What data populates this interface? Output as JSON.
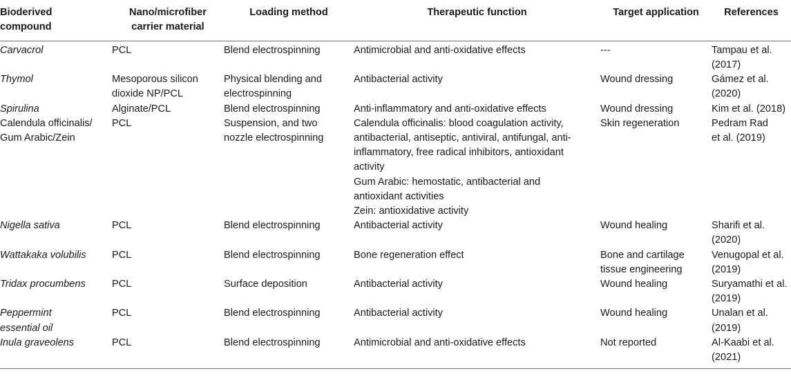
{
  "headers": {
    "compound": [
      "Bioderived",
      "compound"
    ],
    "carrier": [
      "Nano/microfiber",
      "carrier material"
    ],
    "loading": "Loading method",
    "function": "Therapeutic function",
    "target": "Target application",
    "references": "References"
  },
  "rows": [
    {
      "compound": [
        "Carvacrol"
      ],
      "italic": true,
      "carrier": [
        "PCL"
      ],
      "loading": [
        "Blend electrospinning"
      ],
      "function": [
        "Antimicrobial and anti-oxidative effects"
      ],
      "target": [
        "---"
      ],
      "reference": [
        "Tampau et al.",
        "(2017)"
      ]
    },
    {
      "compound": [
        "Thymol"
      ],
      "italic": true,
      "carrier": [
        "Mesoporous silicon",
        "dioxide NP/PCL"
      ],
      "loading": [
        "Physical blending and",
        "electrospinning"
      ],
      "function": [
        "Antibacterial activity"
      ],
      "target": [
        "Wound dressing"
      ],
      "reference": [
        "Gámez et al.",
        "(2020)"
      ]
    },
    {
      "compound": [
        "Spirulina"
      ],
      "italic": true,
      "carrier": [
        "Alginate/PCL"
      ],
      "loading": [
        "Blend electrospinning"
      ],
      "function": [
        "Anti-inflammatory and anti-oxidative effects"
      ],
      "target": [
        "Wound dressing"
      ],
      "reference": [
        "Kim et al. (2018)"
      ]
    },
    {
      "compound": [
        "Calendula officinalis/",
        "Gum Arabic/Zein"
      ],
      "italic": false,
      "carrier": [
        "PCL"
      ],
      "loading": [
        "Suspension, and two",
        "nozzle electrospinning"
      ],
      "function": [
        "Calendula officinalis: blood coagulation activity,",
        "antibacterial, antiseptic, antiviral, antifungal, anti-",
        "inflammatory, free radical inhibitors, antioxidant",
        "activity",
        "Gum Arabic: hemostatic, antibacterial and",
        "antioxidant activities",
        "Zein: antioxidative activity"
      ],
      "target": [
        "Skin regeneration"
      ],
      "reference": [
        "Pedram Rad",
        "et al. (2019)"
      ]
    },
    {
      "compound": [
        "Nigella sativa"
      ],
      "italic": true,
      "carrier": [
        "PCL"
      ],
      "loading": [
        "Blend electrospinning"
      ],
      "function": [
        "Antibacterial activity"
      ],
      "target": [
        "Wound healing"
      ],
      "reference": [
        "Sharifi et al.",
        "(2020)"
      ]
    },
    {
      "compound": [
        "Wattakaka volubilis"
      ],
      "italic": true,
      "carrier": [
        "PCL"
      ],
      "loading": [
        "Blend electrospinning"
      ],
      "function": [
        "Bone regeneration effect"
      ],
      "target": [
        "Bone and cartilage",
        "tissue engineering"
      ],
      "reference": [
        "Venugopal et al.",
        "(2019)"
      ]
    },
    {
      "compound": [
        "Tridax procumbens"
      ],
      "italic": true,
      "carrier": [
        "PCL"
      ],
      "loading": [
        "Surface deposition"
      ],
      "function": [
        "Antibacterial activity"
      ],
      "target": [
        "Wound healing"
      ],
      "reference": [
        "Suryamathi et al.",
        "(2019)"
      ]
    },
    {
      "compound": [
        "Peppermint",
        "essential oil"
      ],
      "italic": true,
      "carrier": [
        "PCL"
      ],
      "loading": [
        "Blend electrospinning"
      ],
      "function": [
        "Antibacterial activity"
      ],
      "target": [
        "Wound healing"
      ],
      "reference": [
        "Unalan et al.",
        "(2019)"
      ]
    },
    {
      "compound": [
        "Inula graveolens"
      ],
      "italic": true,
      "carrier": [
        "PCL"
      ],
      "loading": [
        "Blend electrospinning"
      ],
      "function": [
        "Antimicrobial and anti-oxidative effects"
      ],
      "target": [
        "Not reported"
      ],
      "reference": [
        "Al-Kaabi et al.",
        "(2021)"
      ]
    }
  ]
}
